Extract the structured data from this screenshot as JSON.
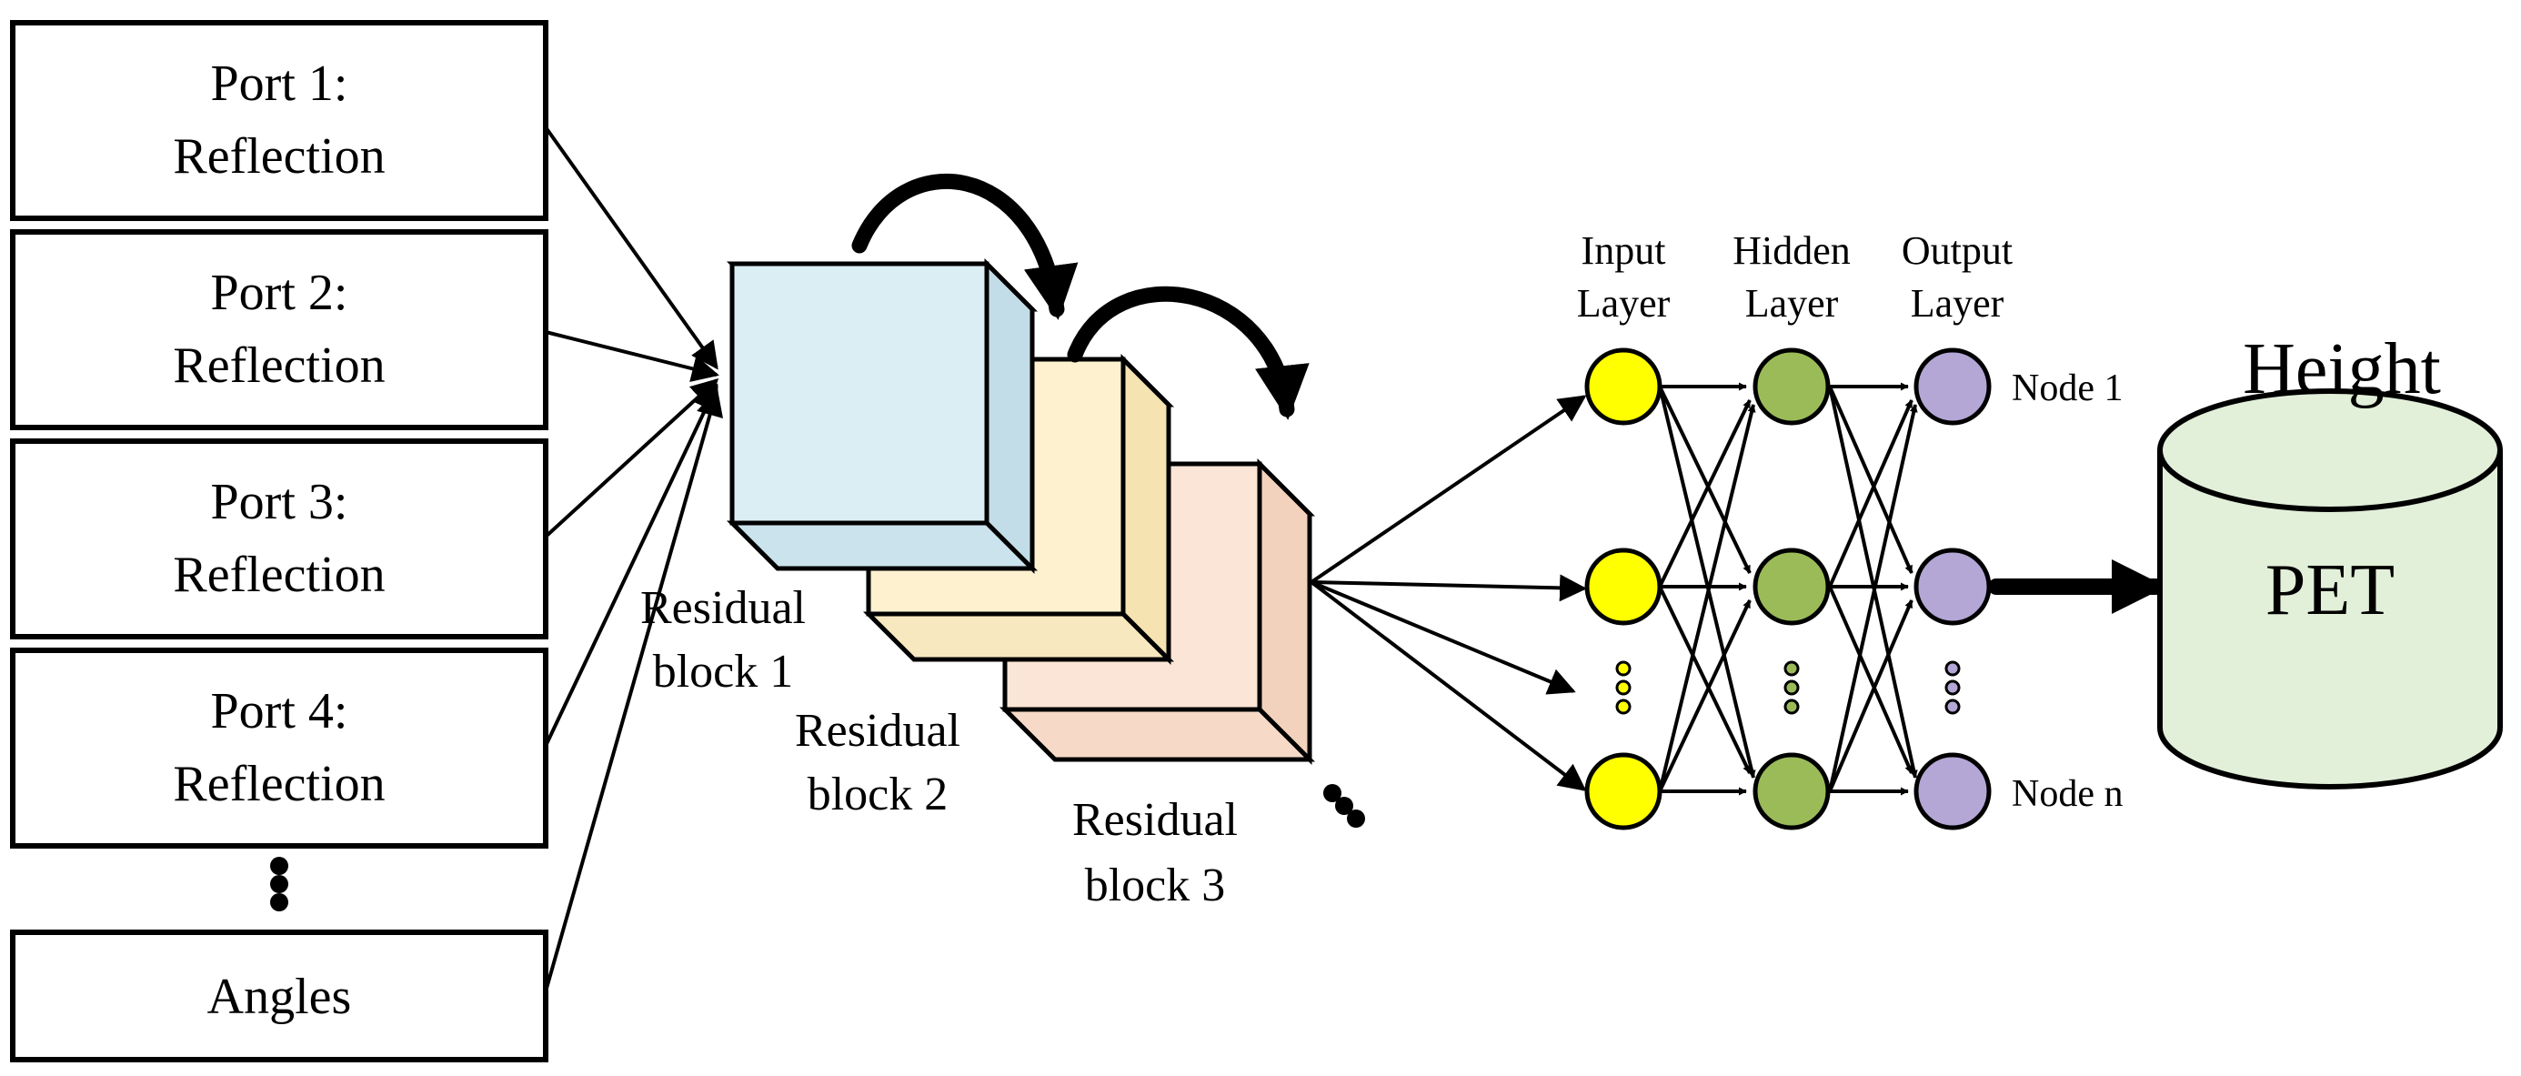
{
  "inputs": [
    {
      "line1": "Port 1:",
      "line2": "Reflection"
    },
    {
      "line1": "Port 2:",
      "line2": "Reflection"
    },
    {
      "line1": "Port 3:",
      "line2": "Reflection"
    },
    {
      "line1": "Port 4:",
      "line2": "Reflection"
    }
  ],
  "angles_label": "Angles",
  "residual_blocks": [
    {
      "line1": "Residual",
      "line2": "block 1",
      "color": "#dbeef4"
    },
    {
      "line1": "Residual",
      "line2": "block 2",
      "color": "#fdf1cf"
    },
    {
      "line1": "Residual",
      "line2": "block 3",
      "color": "#fbe5d6"
    }
  ],
  "layers": [
    {
      "line1": "Input",
      "line2": "Layer",
      "color": "#ffff00"
    },
    {
      "line1": "Hidden",
      "line2": "Layer",
      "color": "#9bbb59"
    },
    {
      "line1": "Output",
      "line2": "Layer",
      "color": "#b4a7d6"
    }
  ],
  "node_labels": {
    "first": "Node 1",
    "last": "Node n"
  },
  "output": {
    "title": "Height",
    "label": "PET",
    "color": "#e2efd9"
  }
}
